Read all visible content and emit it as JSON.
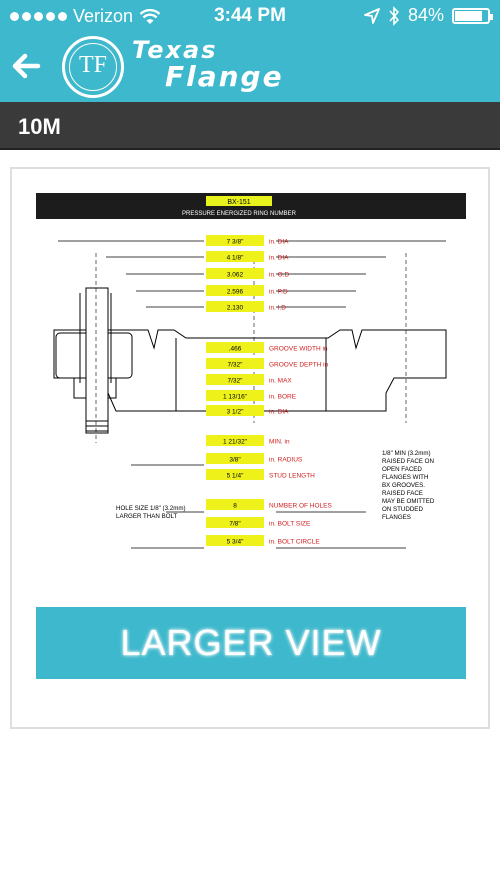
{
  "status_bar": {
    "carrier": "Verizon",
    "time": "3:44 PM",
    "battery": "84%",
    "battery_level": 0.84
  },
  "nav": {
    "logo_monogram": "TF",
    "logo_line1": "Texas",
    "logo_line2": "Flange"
  },
  "page": {
    "title": "10M"
  },
  "drawing": {
    "ring": "BX-151",
    "header": "PRESSURE ENERGIZED RING NUMBER",
    "rows": [
      {
        "value": "7 3/8\"",
        "label": "in. DIA"
      },
      {
        "value": "4 1/8\"",
        "label": "in. DIA"
      },
      {
        "value": "3.062",
        "label": "in. O.D"
      },
      {
        "value": "2.596",
        "label": "in. P.D"
      },
      {
        "value": "2.130",
        "label": "in. I.D"
      },
      {
        "value": ".466",
        "label": "GROOVE WIDTH in"
      },
      {
        "value": "7/32\"",
        "label": "GROOVE DEPTH in"
      },
      {
        "value": "7/32\"",
        "label": "in. MAX"
      },
      {
        "value": "1 13/16\"",
        "label": "in. BORE"
      },
      {
        "value": "3 1/2\"",
        "label": "in. DIA"
      },
      {
        "value": "1 21/32\"",
        "label": "MIN. in"
      },
      {
        "value": "3/8\"",
        "label": "in. RADIUS"
      },
      {
        "value": "5 1/4\"",
        "label": "STUD LENGTH"
      },
      {
        "value": "8",
        "label": "NUMBER OF HOLES"
      },
      {
        "value": "7/8\"",
        "label": "in. BOLT SIZE"
      },
      {
        "value": "5 3/4\"",
        "label": "in. BOLT CIRCLE"
      }
    ],
    "note_right": [
      "1/8\" MIN (3.2mm)",
      "RAISED FACE ON",
      "OPEN FACED",
      "FLANGES WITH",
      "BX GROOVES.",
      "RAISED FACE",
      "MAY BE OMITTED",
      "ON STUDDED",
      "FLANGES"
    ],
    "note_left": [
      "HOLE SIZE 1/8\" (3.2mm)",
      "LARGER THAN BOLT"
    ]
  },
  "button": {
    "label": "LARGER VIEW"
  }
}
